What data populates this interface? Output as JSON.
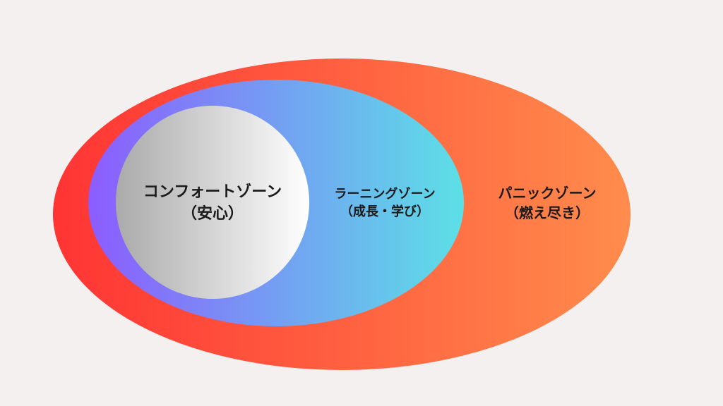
{
  "zones": {
    "comfort": {
      "title": "コンフォートゾーン",
      "subtitle": "（安心）"
    },
    "learning": {
      "title": "ラーニングゾーン",
      "subtitle": "（成長・学び）"
    },
    "panic": {
      "title": "パニックゾーン",
      "subtitle": "（燃え尽き）"
    }
  },
  "colors": {
    "panic_start": "#ff3434",
    "panic_end": "#ff8c4c",
    "learning_start": "#8c5cff",
    "learning_end": "#5ce0e6",
    "comfort_start": "#aaaaaa",
    "comfort_end": "#ffffff",
    "background": "#f3f0ef",
    "text": "#1a1a1a"
  }
}
